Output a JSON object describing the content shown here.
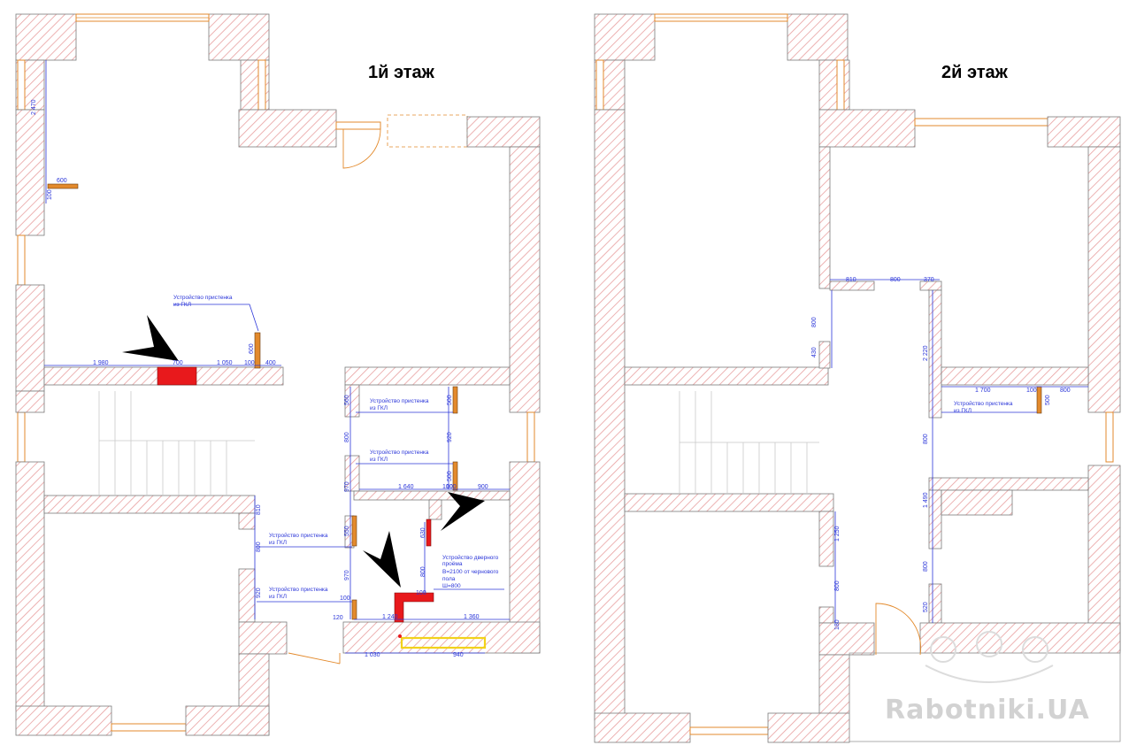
{
  "floors": [
    {
      "title": "1й этаж"
    },
    {
      "title": "2й этаж"
    }
  ],
  "floor1": {
    "dims": [
      "2 470",
      "600",
      "100",
      "1 980",
      "700",
      "1 050",
      "100",
      "400",
      "600",
      "560",
      "800",
      "970",
      "550",
      "970",
      "810",
      "800",
      "920",
      "100",
      "120",
      "500",
      "920",
      "500",
      "100",
      "1 640",
      "100",
      "900",
      "630",
      "800",
      "100",
      "1 240",
      "1 360",
      "1 030",
      "940"
    ],
    "notes": {
      "gkl_1": [
        "Устройство пристенка",
        "из ГКЛ"
      ],
      "gkl_2": [
        "Устройство пристенка",
        "из ГКЛ"
      ],
      "gkl_3": [
        "Устройство пристенка",
        "из ГКЛ"
      ],
      "gkl_4": [
        "Устройство пристенка",
        "из ГКЛ"
      ],
      "gkl_5": [
        "Устройство пристенка",
        "из ГКЛ"
      ],
      "door": [
        "Устройство дверного",
        "проёма",
        "В=2100 от чернового",
        "пола",
        "Ш=800"
      ]
    }
  },
  "floor2": {
    "dims": [
      "810",
      "800",
      "370",
      "800",
      "430",
      "2 220",
      "1 700",
      "100",
      "800",
      "500",
      "800",
      "1 490",
      "1 250",
      "800",
      "800",
      "520",
      "180"
    ],
    "notes": {
      "gkl_1": [
        "Устройство пристенка",
        "из ГКЛ"
      ]
    }
  },
  "watermark": "Rabotniki.UA",
  "colors": {
    "wall_hatch": "#e8a0a0",
    "dimension": "#2b36d9",
    "gkl": "#e38a2c",
    "demolish": "#e8191c",
    "window": "#e38a2c",
    "yellow_beam": "#f2d21b"
  }
}
